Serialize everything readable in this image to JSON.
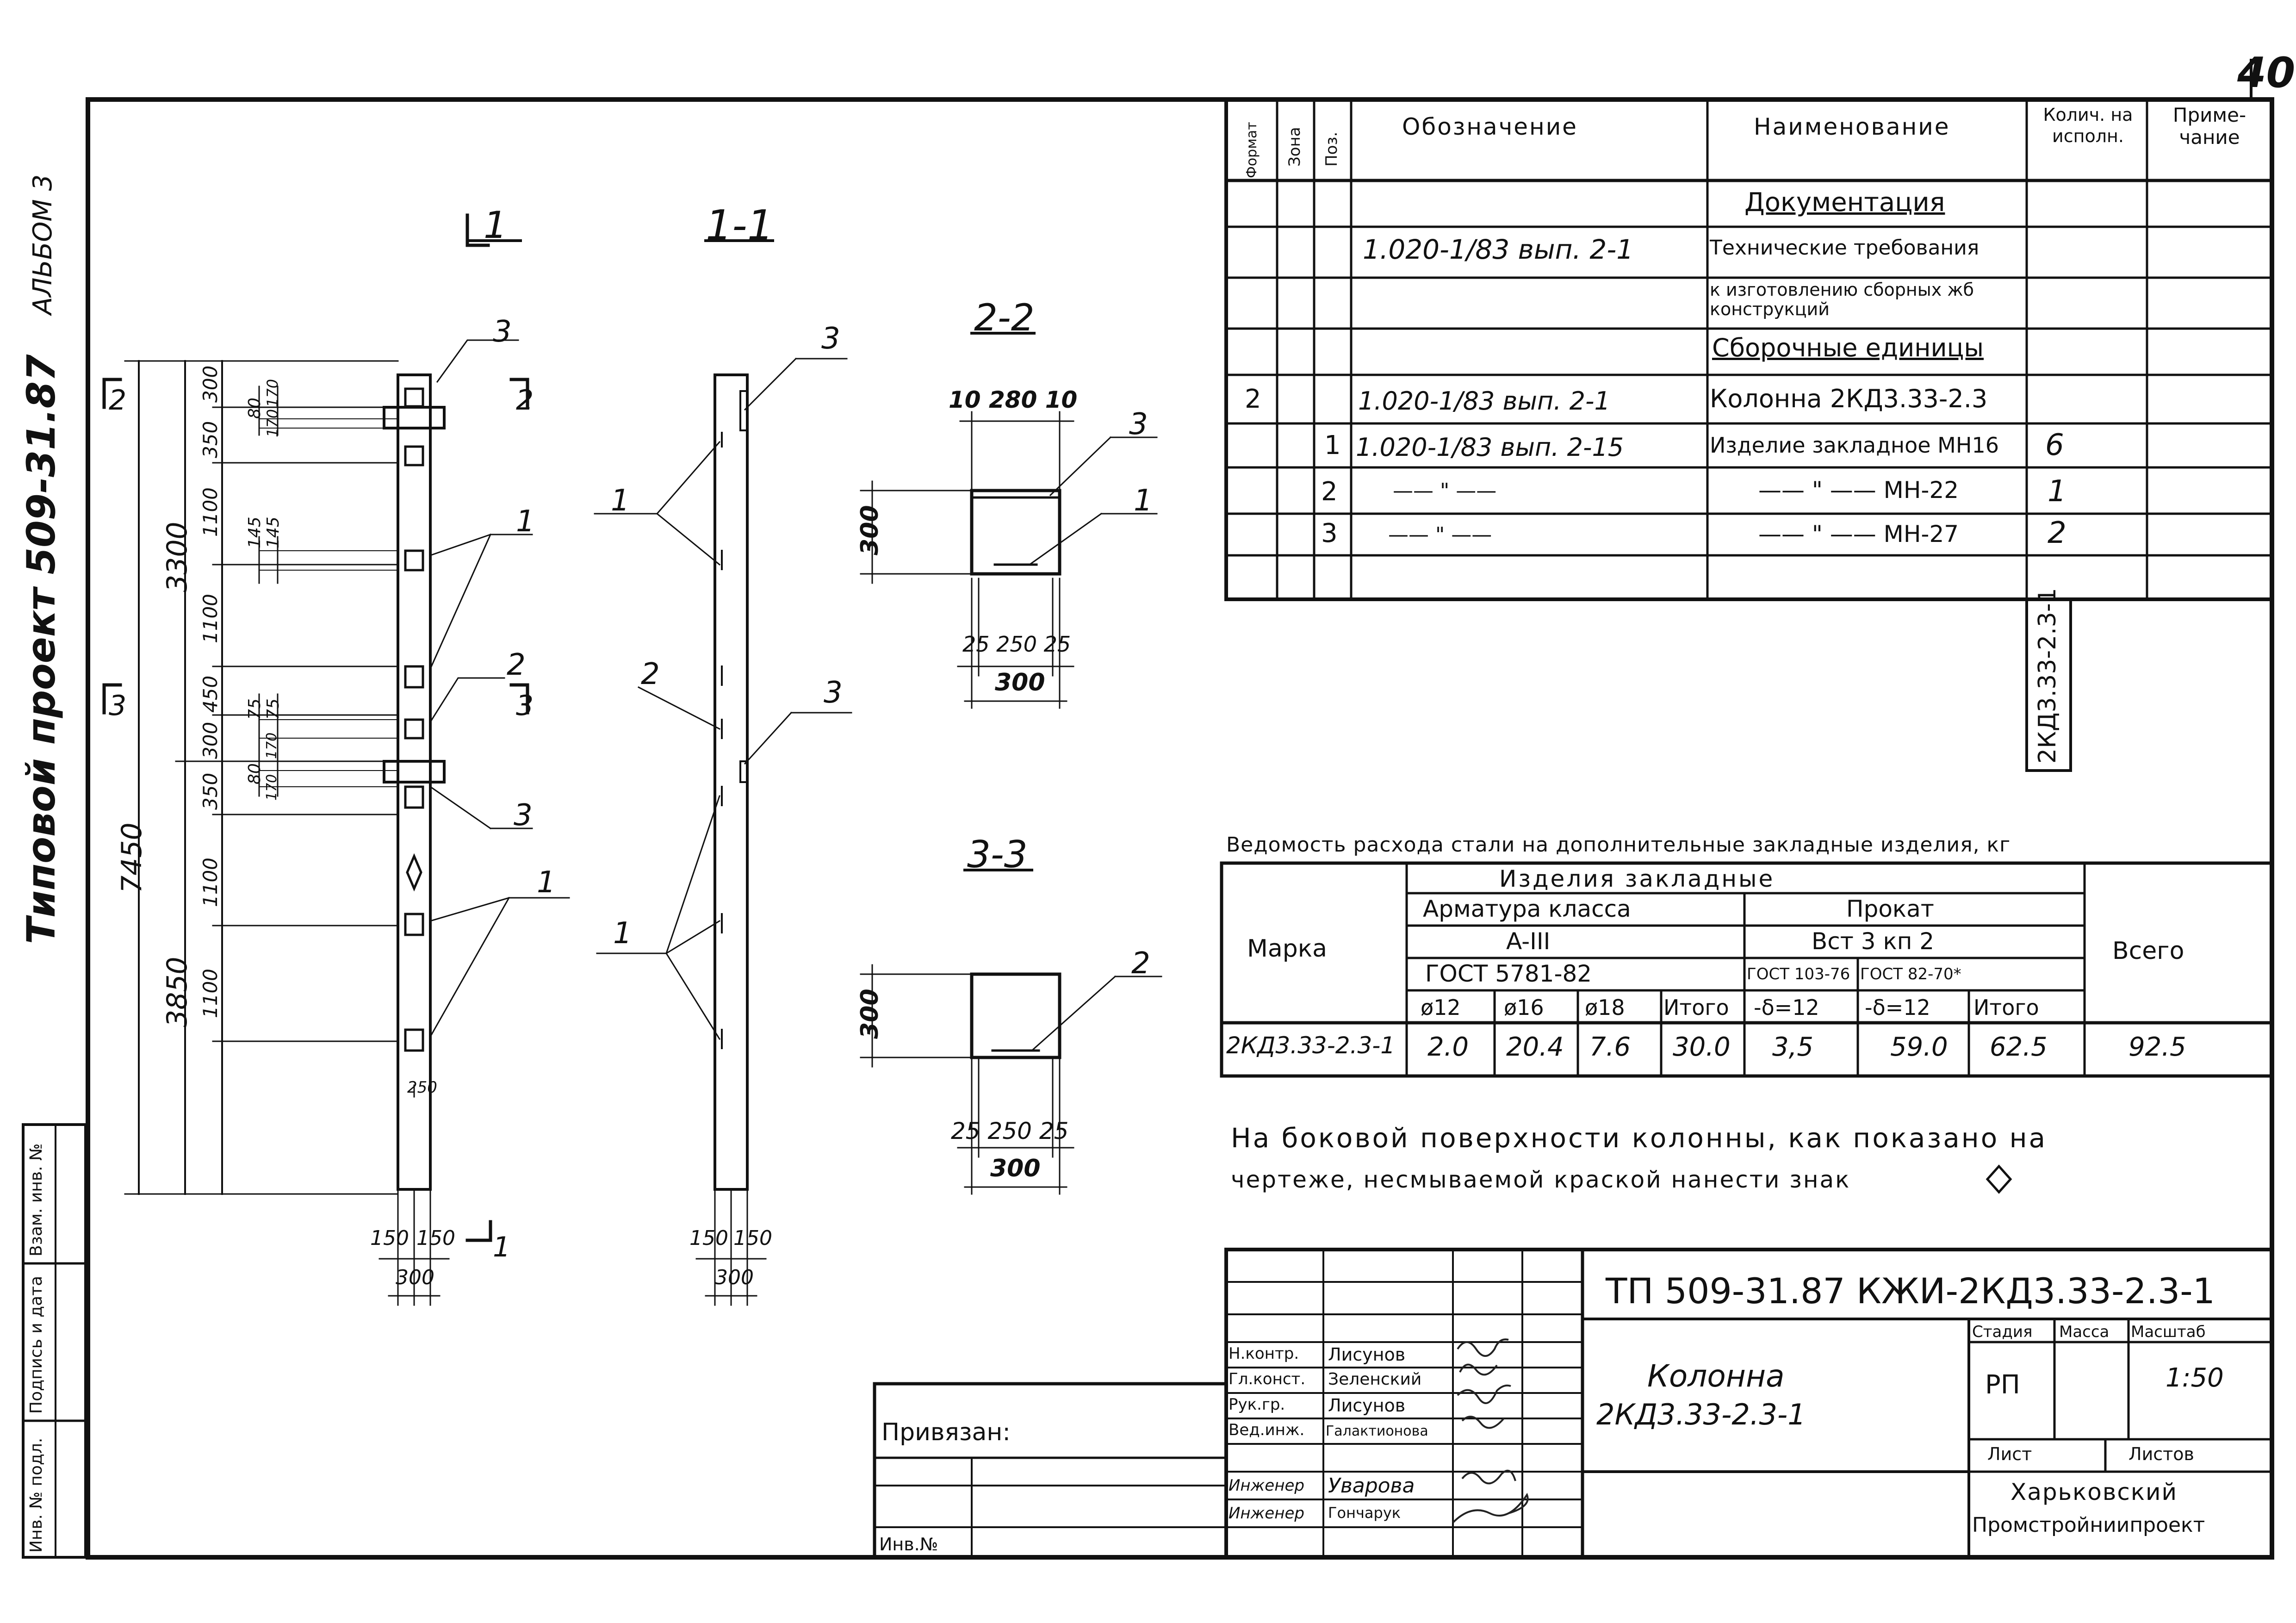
{
  "sheet": {
    "number": "40",
    "album": "АЛЬБОМ 3",
    "project_side": "Типовой проект 509-31.87"
  },
  "sections": {
    "s1_marker": "1",
    "s1_title": "1-1",
    "s2_title": "2-2",
    "s3_title": "3-3",
    "s2_marker": "2",
    "s3_marker": "3",
    "s1_bottom": "1"
  },
  "dims_left": {
    "d7450": "7450",
    "d3300": "3300",
    "d3850": "3850",
    "d300": "300",
    "d350a": "350",
    "d1100a": "1100",
    "d1100b": "1100",
    "d450": "450",
    "d300b": "300",
    "d350b": "350",
    "d1100c": "1100",
    "d1100d": "1100",
    "d80a": "80",
    "d170a": "170",
    "d170b": "170",
    "d145a": "145",
    "d145b": "145",
    "d75a": "75",
    "d75b": "75",
    "d80b": "80",
    "d170c": "170",
    "d170d": "170",
    "d250": "250",
    "d150a": "150",
    "d150b": "150",
    "d300c": "300",
    "d150c": "150",
    "d150d": "150",
    "d300d": "300"
  },
  "sec22_dims": {
    "top": "10 280 10",
    "side": "300",
    "bottom": "25 250 25",
    "total": "300"
  },
  "sec33_dims": {
    "side": "300",
    "bottom": "25 250 25",
    "total": "300"
  },
  "callouts": {
    "c1": "1",
    "c2": "2",
    "c3": "3"
  },
  "spec": {
    "headers": {
      "format": "Формат",
      "zone": "Зона",
      "pos": "Поз.",
      "designation": "Обозначение",
      "name": "Наименование",
      "qty": "Колич. на исполн.",
      "note": "Приме- чание"
    },
    "rows": [
      {
        "format": "",
        "pos": "",
        "designation": "",
        "name": "Документация",
        "qty": ""
      },
      {
        "format": "",
        "pos": "",
        "designation": "1.020-1/83 вып. 2-1",
        "name": "Технические требования",
        "qty": ""
      },
      {
        "format": "",
        "pos": "",
        "designation": "",
        "name": "к изготовлению сборных жб конструкций",
        "qty": ""
      },
      {
        "format": "",
        "pos": "",
        "designation": "",
        "name": "Сборочные единицы",
        "qty": ""
      },
      {
        "format": "2",
        "pos": "",
        "designation": "1.020-1/83 вып. 2-1",
        "name": "Колонна 2КД3.33-2.3",
        "qty": ""
      },
      {
        "format": "",
        "pos": "1",
        "designation": "1.020-1/83 вып. 2-15",
        "name": "Изделие закладное МН16",
        "qty": "6"
      },
      {
        "format": "",
        "pos": "2",
        "designation": "—— \" ——",
        "name": "—— \" —— МН-22",
        "qty": "1"
      },
      {
        "format": "",
        "pos": "3",
        "designation": "—— \" ——",
        "name": "—— \" —— МН-27",
        "qty": "2"
      }
    ],
    "vertical_mark": "2КД3.33-2.3-1"
  },
  "steel": {
    "title": "Ведомость расхода стали на дополнительные закладные изделия, кг",
    "h_items": "Изделия закладные",
    "h_rebar": "Арматура класса",
    "h_rebar_class": "A-III",
    "h_rebar_gost": "ГОСТ 5781-82",
    "h_rolled": "Прокат",
    "h_rolled_grade": "Вст 3 кп 2",
    "h_rolled_gost1": "ГОСТ 103-76",
    "h_rolled_gost2": "ГОСТ 82-70*",
    "h_mark": "Марка",
    "h_total": "Всего",
    "cols": [
      "ø12",
      "ø16",
      "ø18",
      "Итого",
      "-δ=12",
      "-δ=12",
      "Итого"
    ],
    "row": {
      "mark": "2КД3.33-2.3-1",
      "values": [
        "2.0",
        "20.4",
        "7.6",
        "30.0",
        "3,5",
        "59.0",
        "62.5"
      ],
      "total": "92.5"
    }
  },
  "note": {
    "line1": "На боковой поверхности колонны, как показано на",
    "line2": "чертеже, несмываемой краской нанести знак"
  },
  "titleblock": {
    "code": "ТП 509-31.87 КЖИ-2КД3.33-2.3-1",
    "object_l1": "Колонна",
    "object_l2": "2КД3.33-2.3-1",
    "roles": [
      "Н.контр.",
      "Гл.конст.",
      "Рук.гр.",
      "Вед.инж.",
      "Инженер",
      "Инженер"
    ],
    "names": [
      "Лисунов",
      "Зеленский",
      "Лисунов",
      "Галактионова",
      "Уварова",
      "Гончарук"
    ],
    "stage_h": "Стадия",
    "mass_h": "Масса",
    "scale_h": "Масштаб",
    "stage": "РП",
    "scale": "1:50",
    "sheet_h": "Лист",
    "sheets_h": "Листов",
    "org_l1": "Харьковский",
    "org_l2": "Промстройниипроект",
    "privyazan": "Привязан:",
    "inv": "Инв.№"
  },
  "left_stamp": [
    "Взам. инв. №",
    "Подпись и дата",
    "Инв. № подл."
  ]
}
